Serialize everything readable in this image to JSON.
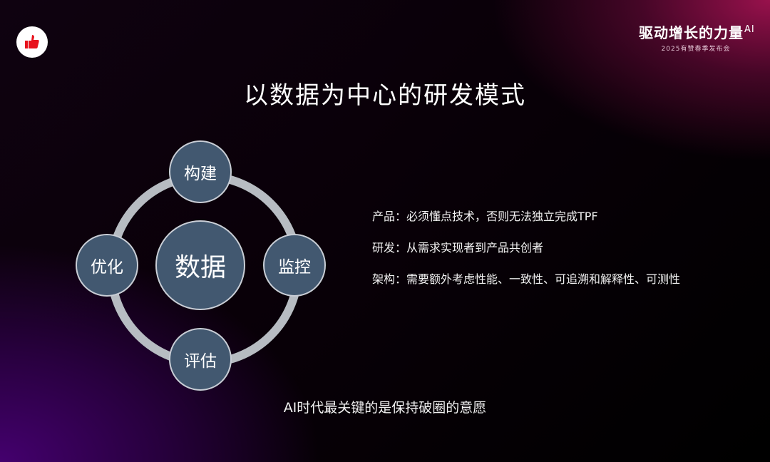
{
  "logo": {
    "icon": "thumbs-up-icon",
    "color": "#e8121c"
  },
  "brand": {
    "title": "驱动增长的力量",
    "title_suffix": "AI",
    "subtitle": "2025有赞春季发布会"
  },
  "slide": {
    "title": "以数据为中心的研发模式",
    "diagram": {
      "center": "数据",
      "nodes": {
        "top": "构建",
        "right": "监控",
        "bottom": "评估",
        "left": "优化"
      },
      "colors": {
        "node_fill": "#425870",
        "ring": "#b7bcc2"
      }
    },
    "points": [
      {
        "text": "产品：必须懂点技术，否则无法独立完成TPF"
      },
      {
        "text": "研发：从需求实现者到产品共创者"
      },
      {
        "text": "架构：需要额外考虑性能、一致性、可追溯和解释性、可测性"
      }
    ],
    "footer": "AI时代最关键的是保持破圈的意愿"
  }
}
